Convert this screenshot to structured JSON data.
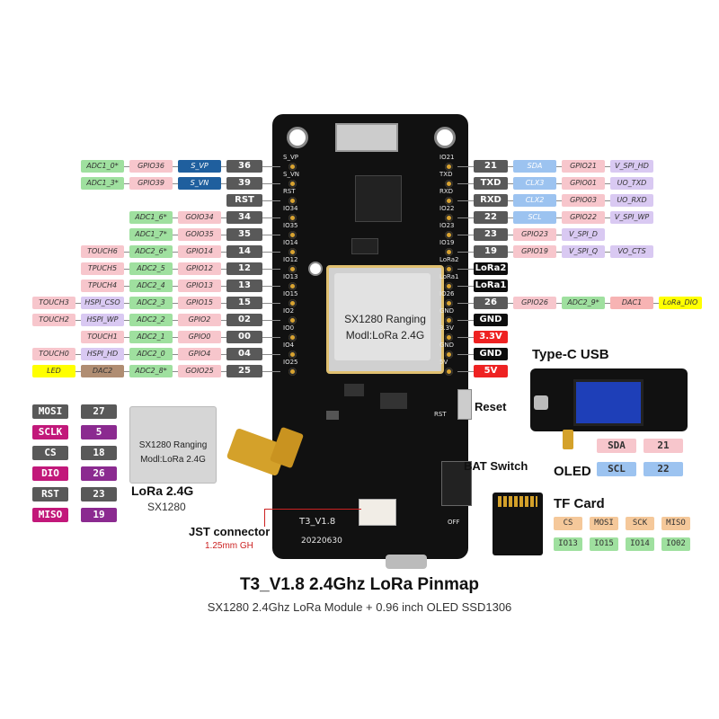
{
  "colors": {
    "adc": "#9fe09f",
    "gpio": "#f7c6cc",
    "svp": "#1f5f9e",
    "hspi": "#d9c9f2",
    "yellow": "#ffff00",
    "brown": "#b08d72",
    "red": "#ee2222",
    "black": "#0d0d0d",
    "gray": "#595959"
  },
  "left_rows": [
    {
      "labels": [
        "ADC1_0*",
        "GPIO36",
        "S_VP"
      ],
      "num": "36"
    },
    {
      "labels": [
        "ADC1_3*",
        "GPIO39",
        "S_VN"
      ],
      "num": "39"
    },
    {
      "labels": [],
      "num": "RST"
    },
    {
      "labels": [
        "ADC1_6*",
        "GOIO34"
      ],
      "num": "34"
    },
    {
      "labels": [
        "ADC1_7*",
        "GOIO35"
      ],
      "num": "35"
    },
    {
      "labels": [
        "TOUCH6",
        "ADC2_6*",
        "GPIO14"
      ],
      "num": "14"
    },
    {
      "labels": [
        "TPUCH5",
        "ADC2_5",
        "GPIO12"
      ],
      "num": "12"
    },
    {
      "labels": [
        "TPUCH4",
        "ADC2_4",
        "GPIO13"
      ],
      "num": "13"
    },
    {
      "labels": [
        "TOUCH3",
        "HSPI_CSO",
        "ADC2_3",
        "GPIO15"
      ],
      "num": "15"
    },
    {
      "labels": [
        "TOUCH2",
        "HSPI_WP",
        "ADC2_2",
        "GPIO2"
      ],
      "num": "02"
    },
    {
      "labels": [
        "TOUCH1",
        "ADC2_1",
        "GPIO0"
      ],
      "num": "00"
    },
    {
      "labels": [
        "TOUCH0",
        "HSPI_HD",
        "ADC2_0",
        "GPIO4"
      ],
      "num": "04"
    },
    {
      "labels": [
        "LED",
        "DAC2",
        "ADC2_8*",
        "GOIO25"
      ],
      "num": "25"
    }
  ],
  "right_rows": [
    {
      "num": "21",
      "labels": [
        "SDA",
        "GPIO21",
        "V_SPI_HD"
      ]
    },
    {
      "num": "TXD",
      "labels": [
        "CLX3",
        "GPIO01",
        "UO_TXD"
      ]
    },
    {
      "num": "RXD",
      "labels": [
        "CLX2",
        "GPIO03",
        "UO_RXD"
      ]
    },
    {
      "num": "22",
      "labels": [
        "SCL",
        "GPIO22",
        "V_SPI_WP"
      ]
    },
    {
      "num": "23",
      "labels": [
        "GPIO23",
        "V_SPI_D"
      ]
    },
    {
      "num": "19",
      "labels": [
        "GPIO19",
        "V_SPI_Q",
        "VO_CTS"
      ]
    },
    {
      "num": "LoRa2",
      "labels": []
    },
    {
      "num": "LoRa1",
      "labels": []
    },
    {
      "num": "26",
      "labels": [
        "GPIO26",
        "ADC2_9*",
        "DAC1",
        "LoRa_DIO"
      ]
    },
    {
      "num": "GND",
      "labels": []
    },
    {
      "num": "3.3V",
      "labels": []
    },
    {
      "num": "GND",
      "labels": []
    },
    {
      "num": "5V",
      "labels": []
    }
  ],
  "board": {
    "module_line1": "SX1280 Ranging",
    "module_line2": "Modl:LoRa 2.4G",
    "version": "T3_V1.8",
    "date": "20220630",
    "left_silk": [
      "S_VP",
      "S_VN",
      "RST",
      "IO34",
      "IO35",
      "IO14",
      "IO12",
      "IO13",
      "IO15",
      "IO2",
      "IO0",
      "IO4",
      "IO25"
    ],
    "right_silk": [
      "IO21",
      "TXD",
      "RXD",
      "IO22",
      "IO23",
      "IO19",
      "LoRa2",
      "LoRa1",
      "IO26",
      "GND",
      "3.3V",
      "GND",
      "5V"
    ],
    "rst_silk": "RST",
    "off_silk": "OFF"
  },
  "lora_table": [
    {
      "name": "MOSI",
      "value": "27"
    },
    {
      "name": "SCLK",
      "value": "5"
    },
    {
      "name": "CS",
      "value": "18"
    },
    {
      "name": "DIO",
      "value": "26"
    },
    {
      "name": "RST",
      "value": "23"
    },
    {
      "name": "MISO",
      "value": "19"
    }
  ],
  "lora_module": {
    "line1": "SX1280 Ranging",
    "line2": "Modl:LoRa 2.4G",
    "title": "LoRa 2.4G",
    "subtitle": "SX1280"
  },
  "callouts": {
    "type_c": "Type-C USB",
    "reset": "Reset",
    "bat_switch": "BAT Switch",
    "jst": "JST connector",
    "jst_sub": "1.25mm GH",
    "oled": "OLED",
    "tf_card": "TF Card"
  },
  "oled_table": [
    {
      "name": "SDA",
      "value": "21"
    },
    {
      "name": "SCL",
      "value": "22"
    }
  ],
  "tf_table": {
    "names": [
      "CS",
      "MOSI",
      "SCK",
      "MISO"
    ],
    "values": [
      "IO13",
      "IO15",
      "IO14",
      "IO02"
    ]
  },
  "footer": {
    "title": "T3_V1.8 2.4Ghz LoRa Pinmap",
    "subtitle": "SX1280 2.4Ghz LoRa Module + 0.96 inch OLED SSD1306"
  }
}
